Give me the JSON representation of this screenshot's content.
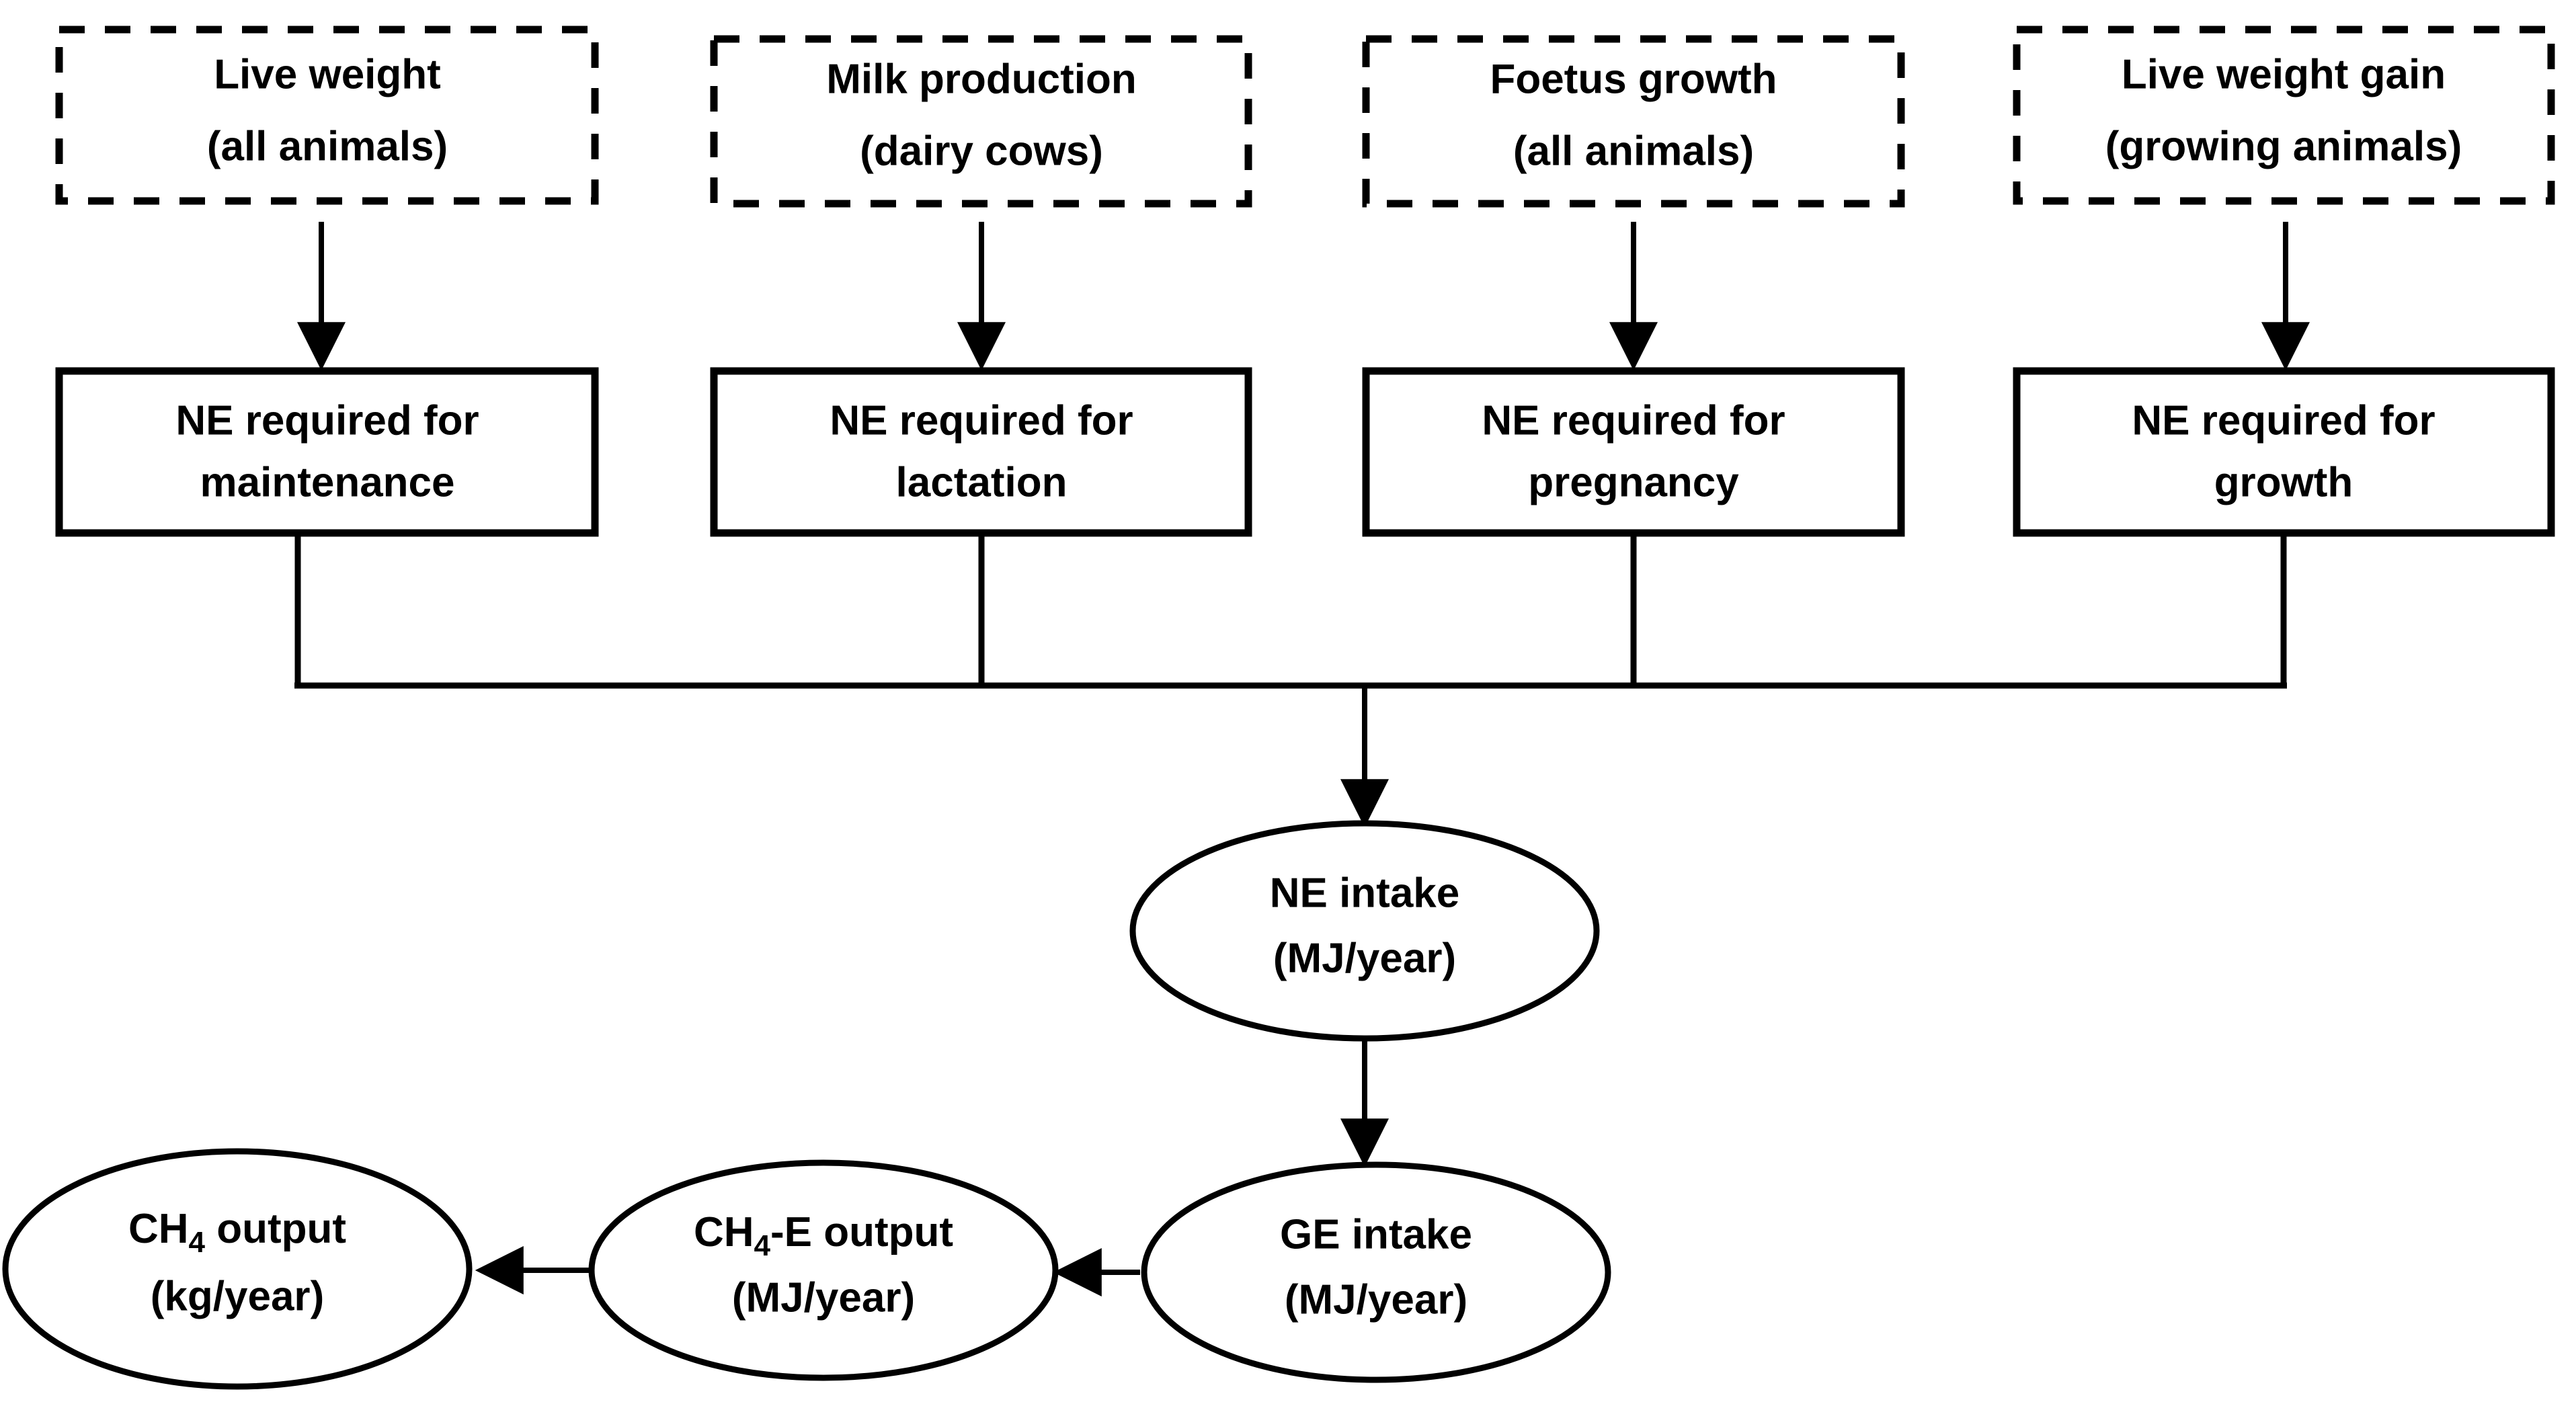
{
  "diagram": {
    "type": "flowchart",
    "title": "Livestock enteric methane calculation flow",
    "background_color": "#ffffff",
    "line_color": "#000000",
    "text_color": "#000000",
    "input_nodes": [
      {
        "id": "live-weight",
        "shape": "dashed-rectangle",
        "line1": "Live weight",
        "line2": "(all animals)"
      },
      {
        "id": "milk-production",
        "shape": "dashed-rectangle",
        "line1": "Milk production",
        "line2": "(dairy cows)"
      },
      {
        "id": "foetus-growth",
        "shape": "dashed-rectangle",
        "line1": "Foetus growth",
        "line2": "(all animals)"
      },
      {
        "id": "live-weight-gain",
        "shape": "dashed-rectangle",
        "line1": "Live weight gain",
        "line2": "(growing animals)"
      }
    ],
    "requirement_nodes": [
      {
        "id": "ne-maintenance",
        "shape": "rectangle",
        "line1": "NE required for",
        "line2": "maintenance"
      },
      {
        "id": "ne-lactation",
        "shape": "rectangle",
        "line1": "NE required for",
        "line2": "lactation"
      },
      {
        "id": "ne-pregnancy",
        "shape": "rectangle",
        "line1": "NE required for",
        "line2": "pregnancy"
      },
      {
        "id": "ne-growth",
        "shape": "rectangle",
        "line1": "NE required for",
        "line2": "growth"
      }
    ],
    "output_nodes": [
      {
        "id": "ne-intake",
        "shape": "ellipse",
        "line1": "NE intake",
        "line2": "(MJ/year)"
      },
      {
        "id": "ge-intake",
        "shape": "ellipse",
        "line1": "GE intake",
        "line2": "(MJ/year)"
      },
      {
        "id": "ch4-e-output",
        "shape": "ellipse",
        "line1_pre": "CH",
        "line1_sub": "4",
        "line1_post": "-E output",
        "line2": "(MJ/year)"
      },
      {
        "id": "ch4-output",
        "shape": "ellipse",
        "line1_pre": "CH",
        "line1_sub": "4",
        "line1_post": " output",
        "line2": "(kg/year)"
      }
    ],
    "connectors": [
      {
        "id": "live-weight-to-ne-maintenance",
        "from": "live-weight",
        "to": "ne-maintenance",
        "style": "arrow-down"
      },
      {
        "id": "milk-production-to-ne-lactation",
        "from": "milk-production",
        "to": "ne-lactation",
        "style": "arrow-down"
      },
      {
        "id": "foetus-growth-to-ne-pregnancy",
        "from": "foetus-growth",
        "to": "ne-pregnancy",
        "style": "arrow-down"
      },
      {
        "id": "live-weight-gain-to-ne-growth",
        "from": "live-weight-gain",
        "to": "ne-growth",
        "style": "arrow-down"
      },
      {
        "id": "merge-bar",
        "from": "all-ne-boxes",
        "to": "ne-intake",
        "style": "merge-then-arrow-down"
      },
      {
        "id": "ne-intake-to-ge-intake",
        "from": "ne-intake",
        "to": "ge-intake",
        "style": "arrow-down"
      },
      {
        "id": "ge-intake-to-ch4-e-output",
        "from": "ge-intake",
        "to": "ch4-e-output",
        "style": "arrow-left"
      },
      {
        "id": "ch4-e-output-to-ch4-output",
        "from": "ch4-e-output",
        "to": "ch4-output",
        "style": "arrow-left"
      }
    ]
  }
}
